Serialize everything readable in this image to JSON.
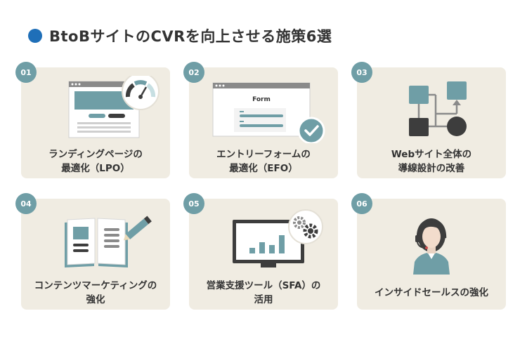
{
  "title": "BtoBサイトのCVRを向上させる施策6選",
  "colors": {
    "accent": "#1f6fb8",
    "card_bg": "#f0ece2",
    "badge": "#6f9ea6",
    "dark": "#3d3d3d"
  },
  "cards": [
    {
      "number": "01",
      "label_lines": [
        "ランディングページの",
        "最適化（LPO）"
      ],
      "icon": "landing-page-gauge-icon"
    },
    {
      "number": "02",
      "label_lines": [
        "エントリーフォームの",
        "最適化（EFO）"
      ],
      "icon": "form-check-icon",
      "form_label": "Form"
    },
    {
      "number": "03",
      "label_lines": [
        "Webサイト全体の",
        "導線設計の改善"
      ],
      "icon": "flowchart-icon"
    },
    {
      "number": "04",
      "label_lines": [
        "コンテンツマーケティングの",
        "強化"
      ],
      "icon": "book-pencil-icon"
    },
    {
      "number": "05",
      "label_lines": [
        "営業支援ツール（SFA）の",
        "活用"
      ],
      "icon": "monitor-chart-gears-icon"
    },
    {
      "number": "06",
      "label_lines": [
        "インサイドセールスの強化"
      ],
      "icon": "headset-operator-icon"
    }
  ]
}
